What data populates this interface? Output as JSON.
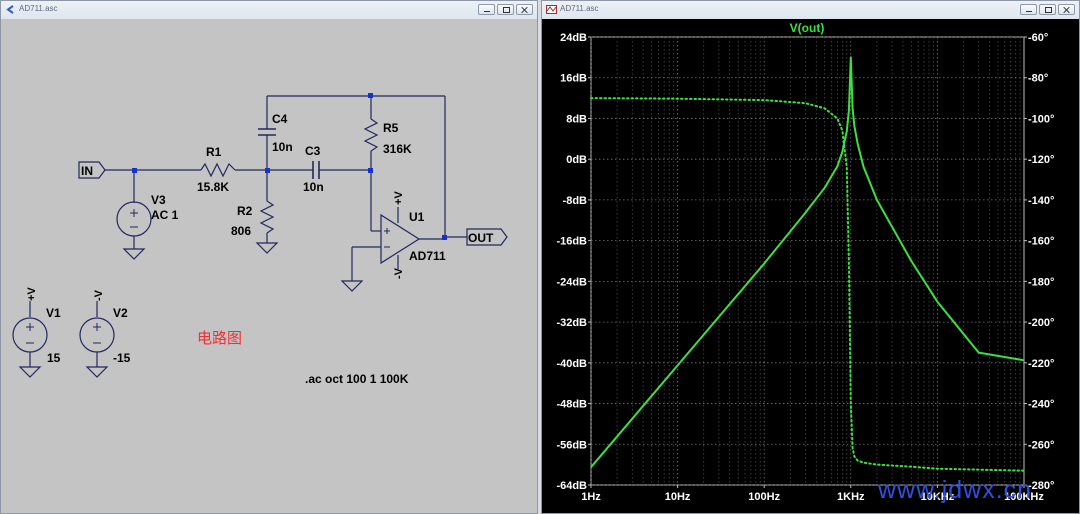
{
  "left_window": {
    "title": "AD711.asc"
  },
  "right_window": {
    "title": "AD711.asc"
  },
  "schematic": {
    "in_label": "IN",
    "out_label": "OUT",
    "r1": {
      "name": "R1",
      "value": "15.8K"
    },
    "r2": {
      "name": "R2",
      "value": "806"
    },
    "r5": {
      "name": "R5",
      "value": "316K"
    },
    "c3": {
      "name": "C3",
      "value": "10n"
    },
    "c4": {
      "name": "C4",
      "value": "10n"
    },
    "v3": {
      "name": "V3",
      "value": "AC 1"
    },
    "v1": {
      "name": "V1",
      "value": "15"
    },
    "v2": {
      "name": "V2",
      "value": "-15"
    },
    "u1": {
      "name": "U1",
      "model": "AD711"
    },
    "vplus": "+V",
    "vminus": "-V",
    "caption": "电路图",
    "directive": ".ac oct 100 1 100K"
  },
  "chart_data": {
    "type": "line",
    "title": "V(out)",
    "xscale": "log",
    "xlim": [
      1,
      100000
    ],
    "xticks": [
      "1Hz",
      "10Hz",
      "100Hz",
      "1KHz",
      "10KHz",
      "100KHz"
    ],
    "ylim_left": [
      -64,
      24
    ],
    "yticks_left": [
      "24dB",
      "16dB",
      "8dB",
      "0dB",
      "-8dB",
      "-16dB",
      "-24dB",
      "-32dB",
      "-40dB",
      "-48dB",
      "-56dB",
      "-64dB"
    ],
    "ylim_right": [
      -60,
      -280
    ],
    "yticks_right": [
      "-60°",
      "-80°",
      "-100°",
      "-120°",
      "-140°",
      "-160°",
      "-180°",
      "-200°",
      "-220°",
      "-240°",
      "-260°",
      "-280°"
    ],
    "grid": true,
    "background": "#000000",
    "series": [
      {
        "style": "solid",
        "color": "#3ee03e",
        "x": [
          1,
          10,
          100,
          300,
          500,
          700,
          800,
          900,
          950,
          1000,
          1050,
          1100,
          1200,
          1400,
          2000,
          5000,
          10000,
          30000,
          100000
        ],
        "y": [
          -60.5,
          -40.5,
          -20.5,
          -10.5,
          -5.6,
          -1.4,
          1.5,
          5.5,
          9.5,
          20,
          10,
          6.5,
          3,
          -1.5,
          -8,
          -20,
          -28,
          -38,
          -39.5
        ]
      },
      {
        "style": "dotted",
        "color": "#3ee03e",
        "x": [
          1,
          10,
          100,
          300,
          500,
          700,
          800,
          900,
          950,
          1000,
          1050,
          1100,
          1200,
          1400,
          2000,
          5000,
          10000,
          100000
        ],
        "y": [
          -90,
          -90.3,
          -91,
          -92.5,
          -95,
          -100,
          -106,
          -124,
          -170,
          -240,
          -262,
          -266,
          -268,
          -269,
          -270,
          -271,
          -272,
          -273
        ]
      }
    ]
  },
  "watermark": "www.jdwx.cn"
}
